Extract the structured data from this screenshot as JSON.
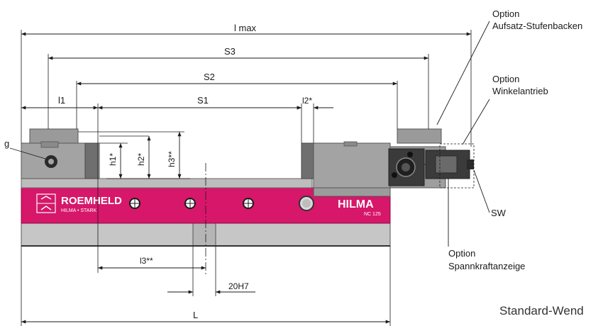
{
  "dimensions": {
    "lmax": "l max",
    "s3": "S3",
    "s2": "S2",
    "s1": "S1",
    "l1": "l1",
    "l2": "l2*",
    "l3": "l3**",
    "h1": "h1*",
    "h2": "h2*",
    "h3": "h3**",
    "g": "g",
    "fit": "20H7",
    "length": "L"
  },
  "callouts": {
    "option1_line1": "Option",
    "option1_line2": "Aufsatz-Stufenbacken",
    "option2_line1": "Option",
    "option2_line2": "Winkelantrieb",
    "sw": "SW",
    "option3_line1": "Option",
    "option3_line2": "Spannkraftanzeige"
  },
  "branding": {
    "logo_name": "ROEMHELD",
    "logo_sub": "HILMA • STARK",
    "product": "HILMA",
    "model": "NC 125"
  },
  "caption": "Standard-Wend",
  "colors": {
    "magenta": "#d6176a",
    "steel": "#a3a3a3",
    "steel_dark": "#7d7d7d",
    "steel_light": "#c6c6c6",
    "line": "#1a1a1a"
  }
}
